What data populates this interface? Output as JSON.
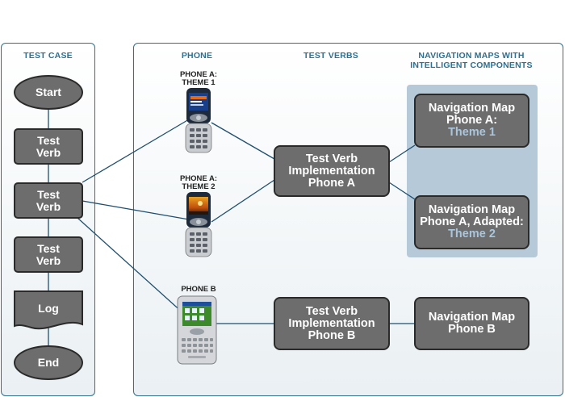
{
  "headers": {
    "test_case": "TEST CASE",
    "phone": "PHONE",
    "test_verbs": "TEST VERBS",
    "nav_maps_line1": "NAVIGATION MAPS WITH",
    "nav_maps_line2": "INTELLIGENT COMPONENTS"
  },
  "flow": {
    "start": "Start",
    "verb1_l1": "Test",
    "verb1_l2": "Verb",
    "verb2_l1": "Test",
    "verb2_l2": "Verb",
    "verb3_l1": "Test",
    "verb3_l2": "Verb",
    "log": "Log",
    "end": "End"
  },
  "phones": {
    "a1_l1": "PHONE A:",
    "a1_l2": "THEME 1",
    "a2_l1": "PHONE A:",
    "a2_l2": "THEME 2",
    "b": "PHONE B"
  },
  "implementations": {
    "a_l1": "Test Verb",
    "a_l2": "Implementation",
    "a_l3": "Phone A",
    "b_l1": "Test Verb",
    "b_l2": "Implementation",
    "b_l3": "Phone B"
  },
  "nav_maps": {
    "m1_l1": "Navigation Map",
    "m1_l2": "Phone A:",
    "m1_theme": "Theme 1",
    "m2_l1": "Navigation Map",
    "m2_l2": "Phone A, Adapted:",
    "m2_theme": "Theme 2",
    "m3_l1": "Navigation Map",
    "m3_l2": "Phone B"
  },
  "colors": {
    "panel_border": "#2f6f8f",
    "header_text": "#2f6f8f",
    "node_fill": "#6d6d6d",
    "node_border": "#2a2a2a",
    "theme_text": "#a9c6de",
    "highlight": "#b6c9d9"
  }
}
